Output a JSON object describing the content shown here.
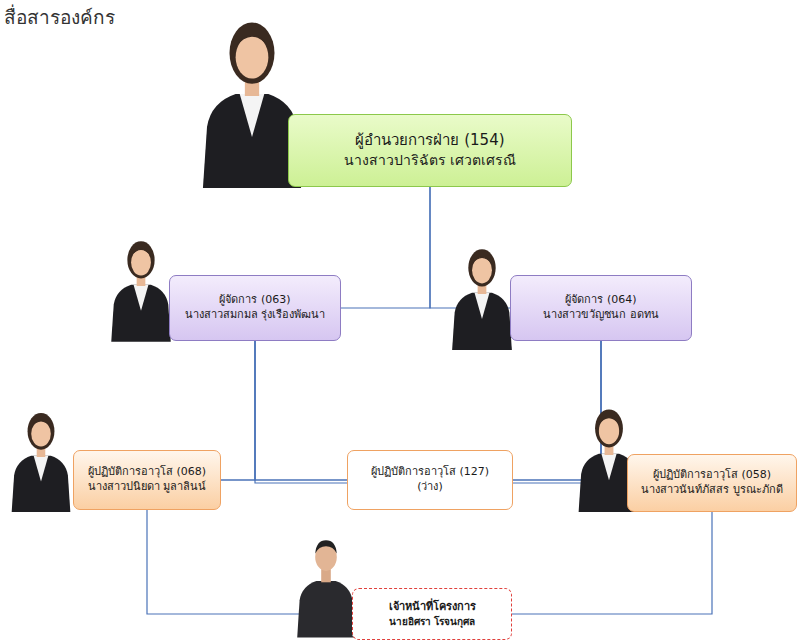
{
  "diagram": {
    "title": "สื่อสารองค์กร",
    "nodes": [
      {
        "text": [
          "ผู้อำนวยการฝ่าย (154)",
          "นางสาวปาริฉัตร เศวตเศรณี"
        ]
      },
      {
        "text": [
          "ผู้จัดการ (063)",
          "นางสาวสมกมล รุ่งเรืองพัฒนา"
        ]
      },
      {
        "text": [
          "ผู้จัดการ (064)",
          "นางสาวขวัญชนก อดทน"
        ]
      },
      {
        "text": [
          "ผู้ปฏิบัติการอาวุโส (068)",
          "นางสาวปนิยดา มูลาลินน์"
        ]
      },
      {
        "text": [
          "ผู้ปฏิบัติการอาวุโส (127)",
          "(ว่าง)"
        ]
      },
      {
        "text": [
          "ผู้ปฏิบัติการอาวุโส (058)",
          "นางสาวนันท์ภัสสร บูรณะภักดี"
        ]
      },
      {
        "text": [
          "เจ้าหน้าที่โครงการ",
          "นายอิศรา โรจนกุศล"
        ]
      }
    ],
    "edges": [
      {
        "from": 0,
        "to": 1,
        "arrow": "none"
      },
      {
        "from": 0,
        "to": 2,
        "arrow": "none"
      },
      {
        "from": 1,
        "to": 3,
        "arrow": "none"
      },
      {
        "from": 1,
        "to": 4,
        "arrow": "none"
      },
      {
        "from": 1,
        "to": 5,
        "arrow": "none"
      },
      {
        "from": 2,
        "to": 3,
        "arrow": "none"
      },
      {
        "from": 2,
        "to": 4,
        "arrow": "none"
      },
      {
        "from": 2,
        "to": 5,
        "arrow": "none"
      },
      {
        "from": 3,
        "to": 6,
        "arrow": "none"
      },
      {
        "from": 5,
        "to": 6,
        "arrow": "none"
      }
    ]
  }
}
